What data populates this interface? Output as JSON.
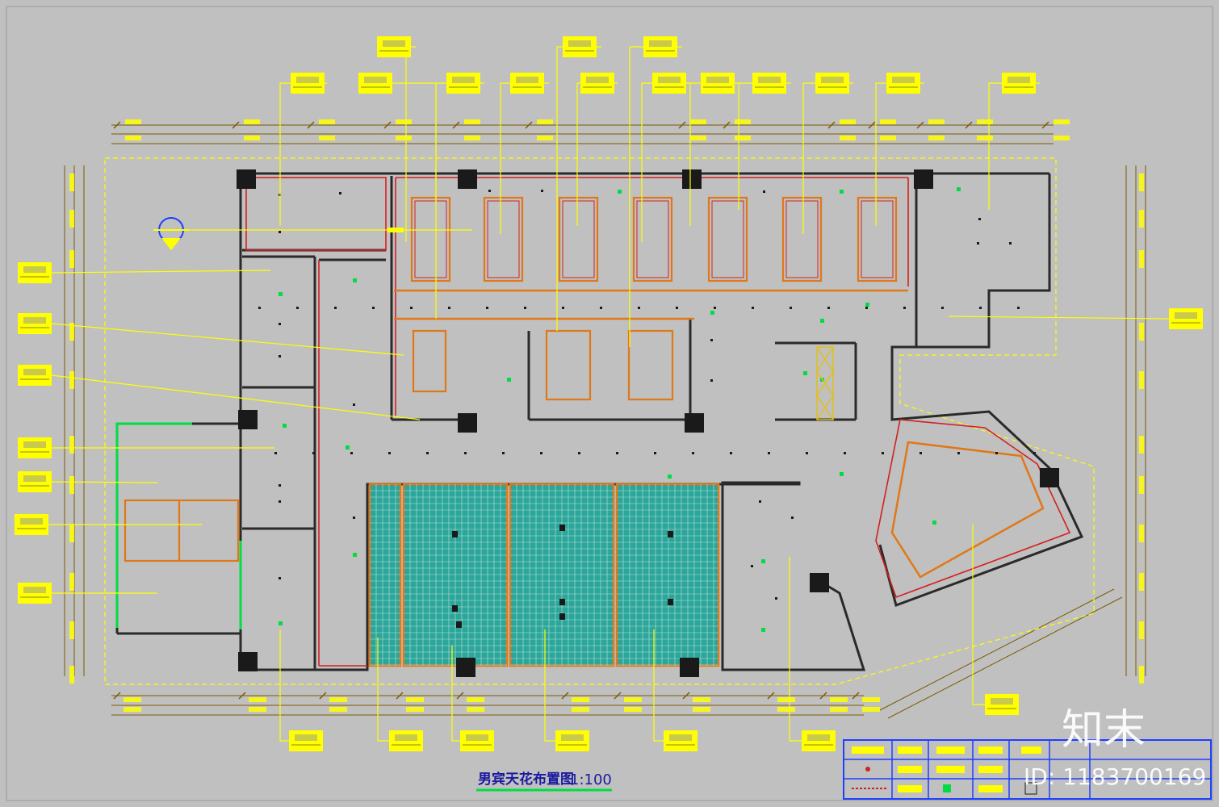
{
  "drawing": {
    "title": "男宾天花布置图",
    "scale": "1:100"
  },
  "watermark": {
    "brand": "知末",
    "id_text": "ID: 1183700169"
  },
  "colors": {
    "background": "#c0c0c0",
    "wall": "#2a2a2a",
    "red_line": "#d42020",
    "orange_line": "#e07818",
    "yellow_tag": "#ffff00",
    "green_mark": "#00dd44",
    "dim_line": "#7a5a00",
    "legend_frame": "#1f3fff",
    "tile_fill": "#2aa69a"
  },
  "icons": [
    "north-arrow-icon",
    "light-symbol-icon",
    "section-tag-icon"
  ]
}
